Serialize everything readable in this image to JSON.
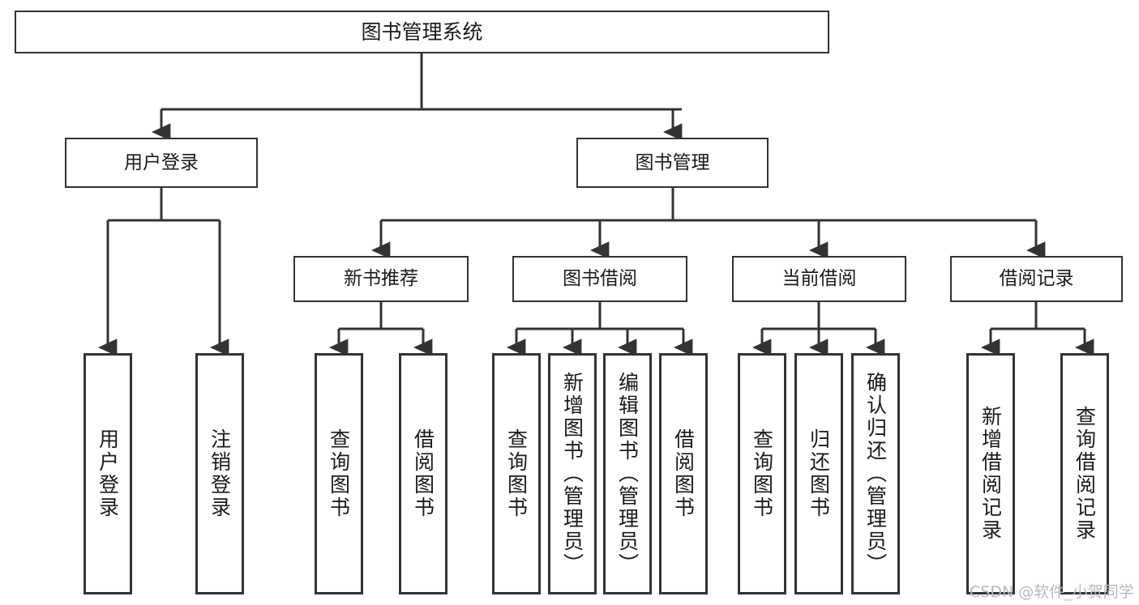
{
  "diagram": {
    "title": "图书管理系统",
    "type": "function-structure-tree",
    "colors": {
      "stroke": "#333333",
      "box_fill": "#ffffff",
      "text": "#1a1a1a",
      "background": "#ffffff",
      "watermark": "#b8b8b8"
    },
    "nodes": {
      "root": {
        "label": "图书管理系统"
      },
      "level2": [
        {
          "id": "user-login",
          "label": "用户登录"
        },
        {
          "id": "book-manage",
          "label": "图书管理"
        }
      ],
      "level3": [
        {
          "id": "new-book-recommend",
          "label": "新书推荐"
        },
        {
          "id": "book-borrow",
          "label": "图书借阅"
        },
        {
          "id": "current-borrow",
          "label": "当前借阅"
        },
        {
          "id": "borrow-record",
          "label": "借阅记录"
        }
      ],
      "leaves": {
        "user-login": [
          {
            "id": "leaf-user-login",
            "label": "用户登录"
          },
          {
            "id": "leaf-user-logout",
            "label": "注销登录"
          }
        ],
        "new-book-recommend": [
          {
            "id": "leaf-query-book-1",
            "label": "查询图书"
          },
          {
            "id": "leaf-borrow-book-1",
            "label": "借阅图书"
          }
        ],
        "book-borrow": [
          {
            "id": "leaf-query-book-2",
            "label": "查询图书"
          },
          {
            "id": "leaf-add-book",
            "label": "新增图书（管理员）"
          },
          {
            "id": "leaf-edit-book",
            "label": "编辑图书（管理员）"
          },
          {
            "id": "leaf-borrow-book-2",
            "label": "借阅图书"
          }
        ],
        "current-borrow": [
          {
            "id": "leaf-query-book-3",
            "label": "查询图书"
          },
          {
            "id": "leaf-return-book",
            "label": "归还图书"
          },
          {
            "id": "leaf-confirm-return",
            "label": "确认归还（管理员）"
          }
        ],
        "borrow-record": [
          {
            "id": "leaf-add-record",
            "label": "新增借阅记录"
          },
          {
            "id": "leaf-query-record",
            "label": "查询借阅记录"
          }
        ]
      }
    },
    "watermark": "CSDN @软件_小贺同学"
  }
}
